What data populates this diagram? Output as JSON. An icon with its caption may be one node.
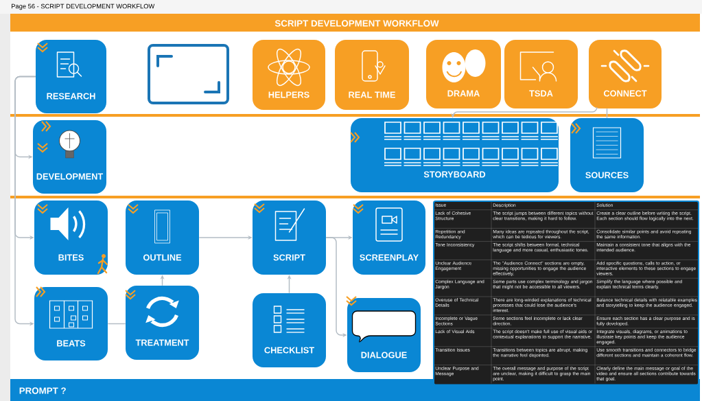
{
  "diagram": {
    "title": "SCRIPT DEVELOPMENT WORKFLOW",
    "nodes": [
      {
        "text": [
          "RESEARCH"
        ]
      },
      {
        "text": [],
        "shape": "box"
      },
      {
        "text": [
          "HELPERS"
        ]
      },
      {
        "text": [
          "REAL TIME"
        ]
      },
      {
        "text": [
          "DRAMA"
        ]
      },
      {
        "text": [
          "TSDA"
        ]
      },
      {
        "text": [
          "CONNECT"
        ]
      },
      {
        "text": [
          "DEVELOPMENT"
        ]
      },
      {
        "text": [
          "STORYBOARD"
        ]
      },
      {
        "text": [
          "SOURCES"
        ]
      },
      {
        "text": [
          "BITES"
        ]
      },
      {
        "text": [
          "OUTLINE"
        ]
      },
      {
        "text": [
          "SCRIPT"
        ]
      },
      {
        "text": [
          "SCREENPLAY"
        ]
      },
      {
        "text": [
          "BEATS"
        ]
      },
      {
        "text": [
          "TREATMENT"
        ]
      },
      {
        "text": [
          "CHECKLIST"
        ]
      },
      {
        "text": [
          "DIALOGUE"
        ]
      }
    ],
    "edges": [
      {
        "from": 0,
        "to": 7,
        "arrow": "to"
      },
      {
        "from": 0,
        "to": 10,
        "arrow": "to"
      },
      {
        "from": 0,
        "to": 14,
        "arrow": "to"
      },
      {
        "from": 14,
        "to": 15,
        "arrow": "none"
      },
      {
        "from": 15,
        "to": 11,
        "arrow": "to"
      },
      {
        "from": 11,
        "to": 12,
        "arrow": "to"
      },
      {
        "from": 16,
        "to": 12,
        "arrow": "to"
      },
      {
        "from": 12,
        "to": 13,
        "arrow": "to"
      },
      {
        "from": 12,
        "to": 17,
        "arrow": "to"
      },
      {
        "from": 6,
        "to": 8,
        "arrow": "to"
      },
      {
        "from": 6,
        "to": 9,
        "arrow": "none"
      }
    ],
    "labels": [
      "Page 56 - SCRIPT DEVELOPMENT WORKFLOW",
      "Issue",
      "Description",
      "Solution",
      "Lack of Cohesive Structure",
      "The script jumps between different topics without clear transitions, making it hard to follow.",
      "Create a clear outline before writing the script. Each section should flow logically into the next.",
      "Repetition and Redundancy",
      "Many ideas are repeated throughout the script, which can be tedious for viewers.",
      "Consolidate similar points and avoid repeating the same information.",
      "Tone Inconsistency",
      "The script shifts between formal, technical language and more casual, enthusiastic tones.",
      "Maintain a consistent tone that aligns with the intended audience.",
      "Unclear Audience Engagement",
      "The \"Audience Connect\" sections are empty, missing opportunities to engage the audience effectively.",
      "Add specific questions, calls to action, or interactive elements to these sections to engage viewers.",
      "Complex Language and Jargon",
      "Some parts use complex terminology and jargon that might not be accessible to all viewers.",
      "Simplify the language where possible and explain technical terms clearly.",
      "Overuse of Technical Details",
      "There are long-winded explanations of technical processes that could lose the audience's interest.",
      "Balance technical details with relatable examples and storytelling to keep the audience engaged.",
      "Incomplete or Vague Sections",
      "Some sections feel incomplete or lack clear direction.",
      "Ensure each section has a clear purpose and is fully developed.",
      "Lack of Visual Aids",
      "The script doesn't make full use of visual aids or contextual explanations to support the narrative.",
      "Integrate visuals, diagrams, or animations to illustrate key points and keep the audience engaged.",
      "Transition Issues",
      "Transitions between topics are abrupt, making the narrative feel disjointed.",
      "Use smooth transitions and connectors to bridge different sections and maintain a coherent flow.",
      "Unclear Purpose and Message",
      "The overall message and purpose of the script are unclear, making it difficult to grasp the main point.",
      "Clearly define the main message or goal of the video and ensure all sections contribute towards that goal.",
      "PROMPT ?"
    ]
  }
}
